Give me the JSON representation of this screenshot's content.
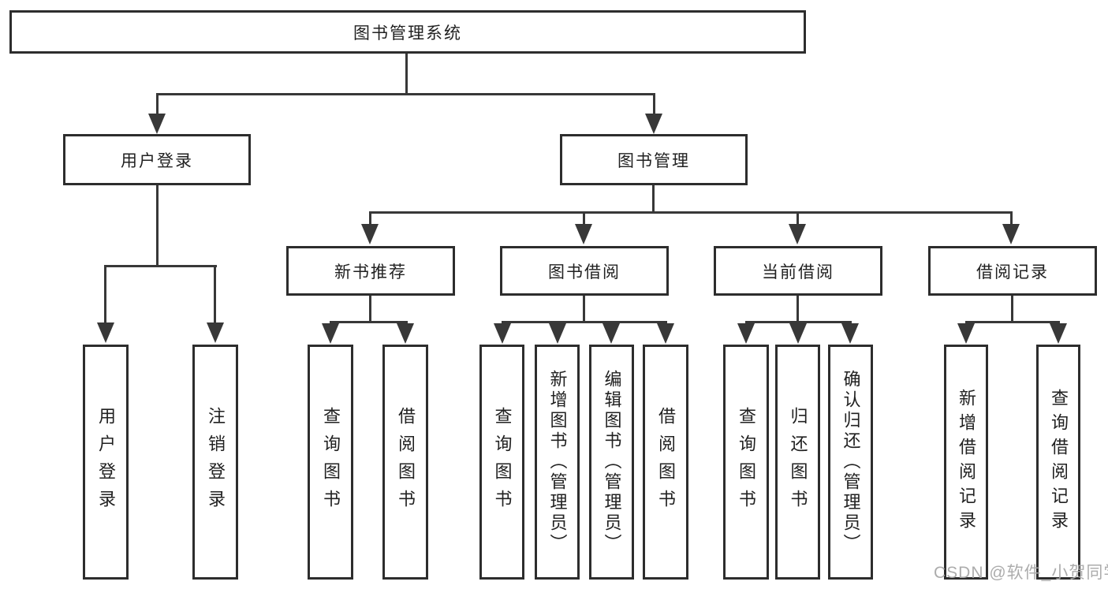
{
  "diagram": {
    "root": {
      "label": "图书管理系统"
    },
    "branches": [
      {
        "label": "用户登录",
        "leaves": [
          {
            "label": "用户登录"
          },
          {
            "label": "注销登录"
          }
        ]
      },
      {
        "label": "图书管理",
        "groups": [
          {
            "label": "新书推荐",
            "leaves": [
              {
                "label": "查询图书"
              },
              {
                "label": "借阅图书"
              }
            ]
          },
          {
            "label": "图书借阅",
            "leaves": [
              {
                "label": "查询图书"
              },
              {
                "label": "新增图书（管理员）"
              },
              {
                "label": "编辑图书（管理员）"
              },
              {
                "label": "借阅图书"
              }
            ]
          },
          {
            "label": "当前借阅",
            "leaves": [
              {
                "label": "查询图书"
              },
              {
                "label": "归还图书"
              },
              {
                "label": "确认归还（管理员）"
              }
            ]
          },
          {
            "label": "借阅记录",
            "leaves": [
              {
                "label": "新增借阅记录"
              },
              {
                "label": "查询借阅记录"
              }
            ]
          }
        ]
      }
    ]
  },
  "watermark": {
    "text": "CSDN @软件_小贺同学"
  },
  "colors": {
    "line": "#383838",
    "border": "#2d2d2d",
    "text": "#212121",
    "watermark": "#a8a8a8",
    "background": "#ffffff"
  }
}
